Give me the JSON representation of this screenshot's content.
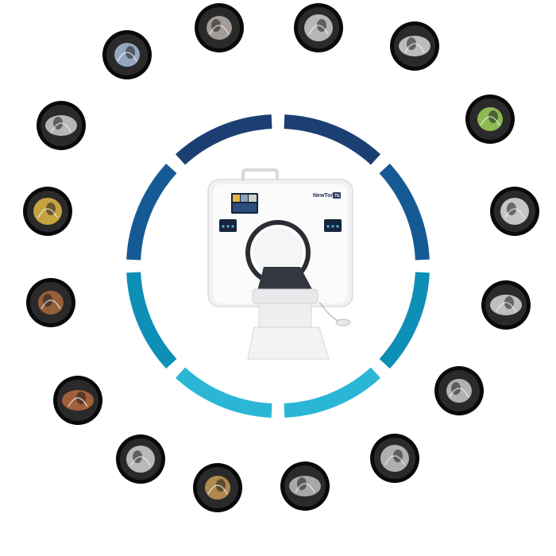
{
  "device": {
    "brand_text": "NewTom",
    "model_text": "7G"
  },
  "ring": {
    "segment_colors": [
      "#1b3f72",
      "#165a95",
      "#0e8fb5",
      "#2bb6d6",
      "#2bb6d6",
      "#0e8fb5",
      "#165a95",
      "#1b3f72"
    ]
  },
  "thumbnails": [
    {
      "name": "ct-skull-vessels-3d-thumbnail",
      "icon": "vessel-3d-icon",
      "tone": "#b8b0ad"
    },
    {
      "name": "ct-sinus-axial-thumbnail",
      "icon": "bone-slice-icon",
      "tone": "#cfcfcf"
    },
    {
      "name": "ct-skull-sagittal-thumbnail",
      "icon": "skull-slice-icon",
      "tone": "#d6d6d6"
    },
    {
      "name": "ct-airway-green-thumbnail",
      "icon": "airway-3d-icon",
      "tone": "#9fd35a"
    },
    {
      "name": "ct-hip-implant-thumbnail",
      "icon": "hip-icon",
      "tone": "#e0e0e0"
    },
    {
      "name": "ct-knee-implant-thumbnail",
      "icon": "knee-icon",
      "tone": "#d8d8d8"
    },
    {
      "name": "ct-shoulder-thumbnail",
      "icon": "joint-slice-icon",
      "tone": "#cacaca"
    },
    {
      "name": "ct-ankle-thumbnail",
      "icon": "foot-slice-icon",
      "tone": "#c7c7c7"
    },
    {
      "name": "ct-spine-sagittal-thumbnail",
      "icon": "spine-slice-icon",
      "tone": "#bdbdbd"
    },
    {
      "name": "ct-hand-3d-thumbnail",
      "icon": "hand-3d-icon",
      "tone": "#c79a55"
    },
    {
      "name": "ct-elbow-thumbnail",
      "icon": "elbow-slice-icon",
      "tone": "#d2d2d2"
    },
    {
      "name": "ct-pelvis-3d-thumbnail",
      "icon": "pelvis-3d-icon",
      "tone": "#b56a3c"
    },
    {
      "name": "ct-cervical-spine-3d-thumbnail",
      "icon": "neck-3d-icon",
      "tone": "#a8683d"
    },
    {
      "name": "ct-dental-arch-3d-thumbnail",
      "icon": "dental-3d-icon",
      "tone": "#e0b843"
    },
    {
      "name": "ct-sinus-coronal-thumbnail",
      "icon": "sinus-slice-icon",
      "tone": "#cfcfcf"
    },
    {
      "name": "ct-skull-face-3d-thumbnail",
      "icon": "skull-3d-icon",
      "tone": "#a7bdd8"
    }
  ]
}
